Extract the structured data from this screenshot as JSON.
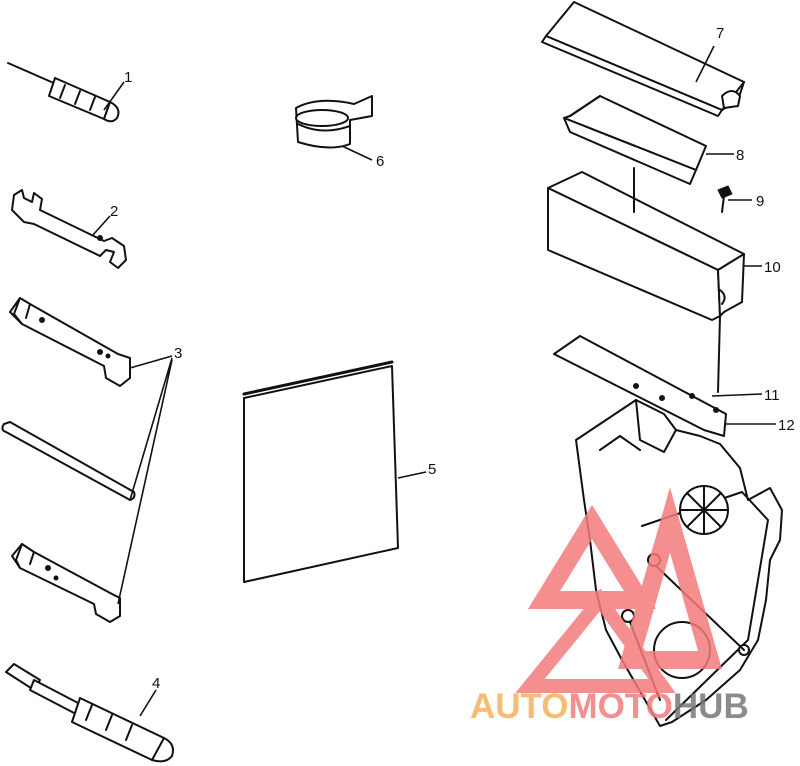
{
  "callouts": {
    "c1": "1",
    "c2": "2",
    "c3": "3",
    "c4": "4",
    "c5": "5",
    "c6": "6",
    "c7": "7",
    "c8": "8",
    "c9": "9",
    "c10": "10",
    "c11": "11",
    "c12": "12"
  },
  "watermark": {
    "text": "AUTOMOTOHUB",
    "part_a": "AUTO",
    "part_b": "MOTO",
    "part_c": "HUB",
    "color_a": "#f5b15a",
    "color_b": "#f47b7b",
    "color_c": "#777777"
  }
}
